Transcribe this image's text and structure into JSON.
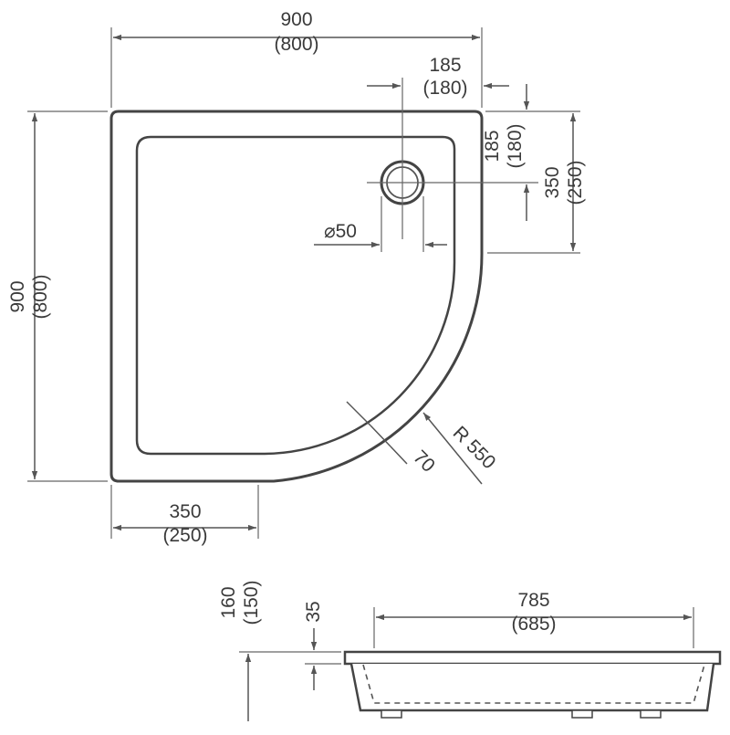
{
  "plan_view": {
    "width_top": {
      "primary": "900",
      "alt": "(800)"
    },
    "height_left": {
      "primary": "900",
      "alt": "(800)"
    },
    "drain_offset_x": {
      "primary": "185",
      "alt": "(180)"
    },
    "drain_offset_y": {
      "primary": "185",
      "alt": "(180)"
    },
    "straight_right": {
      "primary": "350",
      "alt": "(250)"
    },
    "straight_bottom": {
      "primary": "350",
      "alt": "(250)"
    },
    "drain_diameter": "⌀50",
    "radius": "R 550",
    "rim_width": "70"
  },
  "side_view": {
    "total_height": {
      "primary": "160",
      "alt": "(150)"
    },
    "rim_height": "35",
    "base_width": {
      "primary": "785",
      "alt": "(685)"
    }
  },
  "colors": {
    "line": "#444444",
    "text": "#3a3a3a",
    "background": "#ffffff"
  }
}
